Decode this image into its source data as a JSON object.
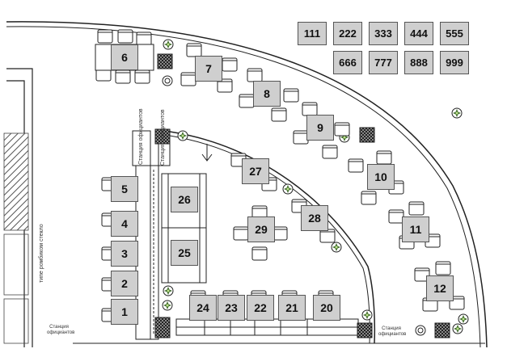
{
  "quick_buttons": [
    "111",
    "222",
    "333",
    "444",
    "555",
    "666",
    "777",
    "888",
    "999"
  ],
  "tables": {
    "t1": "1",
    "t2": "2",
    "t3": "3",
    "t4": "4",
    "t5": "5",
    "t6": "6",
    "t7": "7",
    "t8": "8",
    "t9": "9",
    "t10": "10",
    "t11": "11",
    "t12": "12",
    "t20": "20",
    "t21": "21",
    "t22": "22",
    "t23": "23",
    "t24": "24",
    "t25": "25",
    "t26": "26",
    "t27": "27",
    "t28": "28",
    "t29": "29"
  },
  "labels": {
    "service_station_a": "Станция официантов",
    "service_station_b": "Станция официантов",
    "service_station_c": "Станция официантов",
    "service_station_d": "Станция официантов",
    "left_wall": "типе ромбиком стекло"
  },
  "icons": {
    "direction_arrow": "arrow-down-icon",
    "plant": "plant-icon",
    "column": "column-icon"
  }
}
